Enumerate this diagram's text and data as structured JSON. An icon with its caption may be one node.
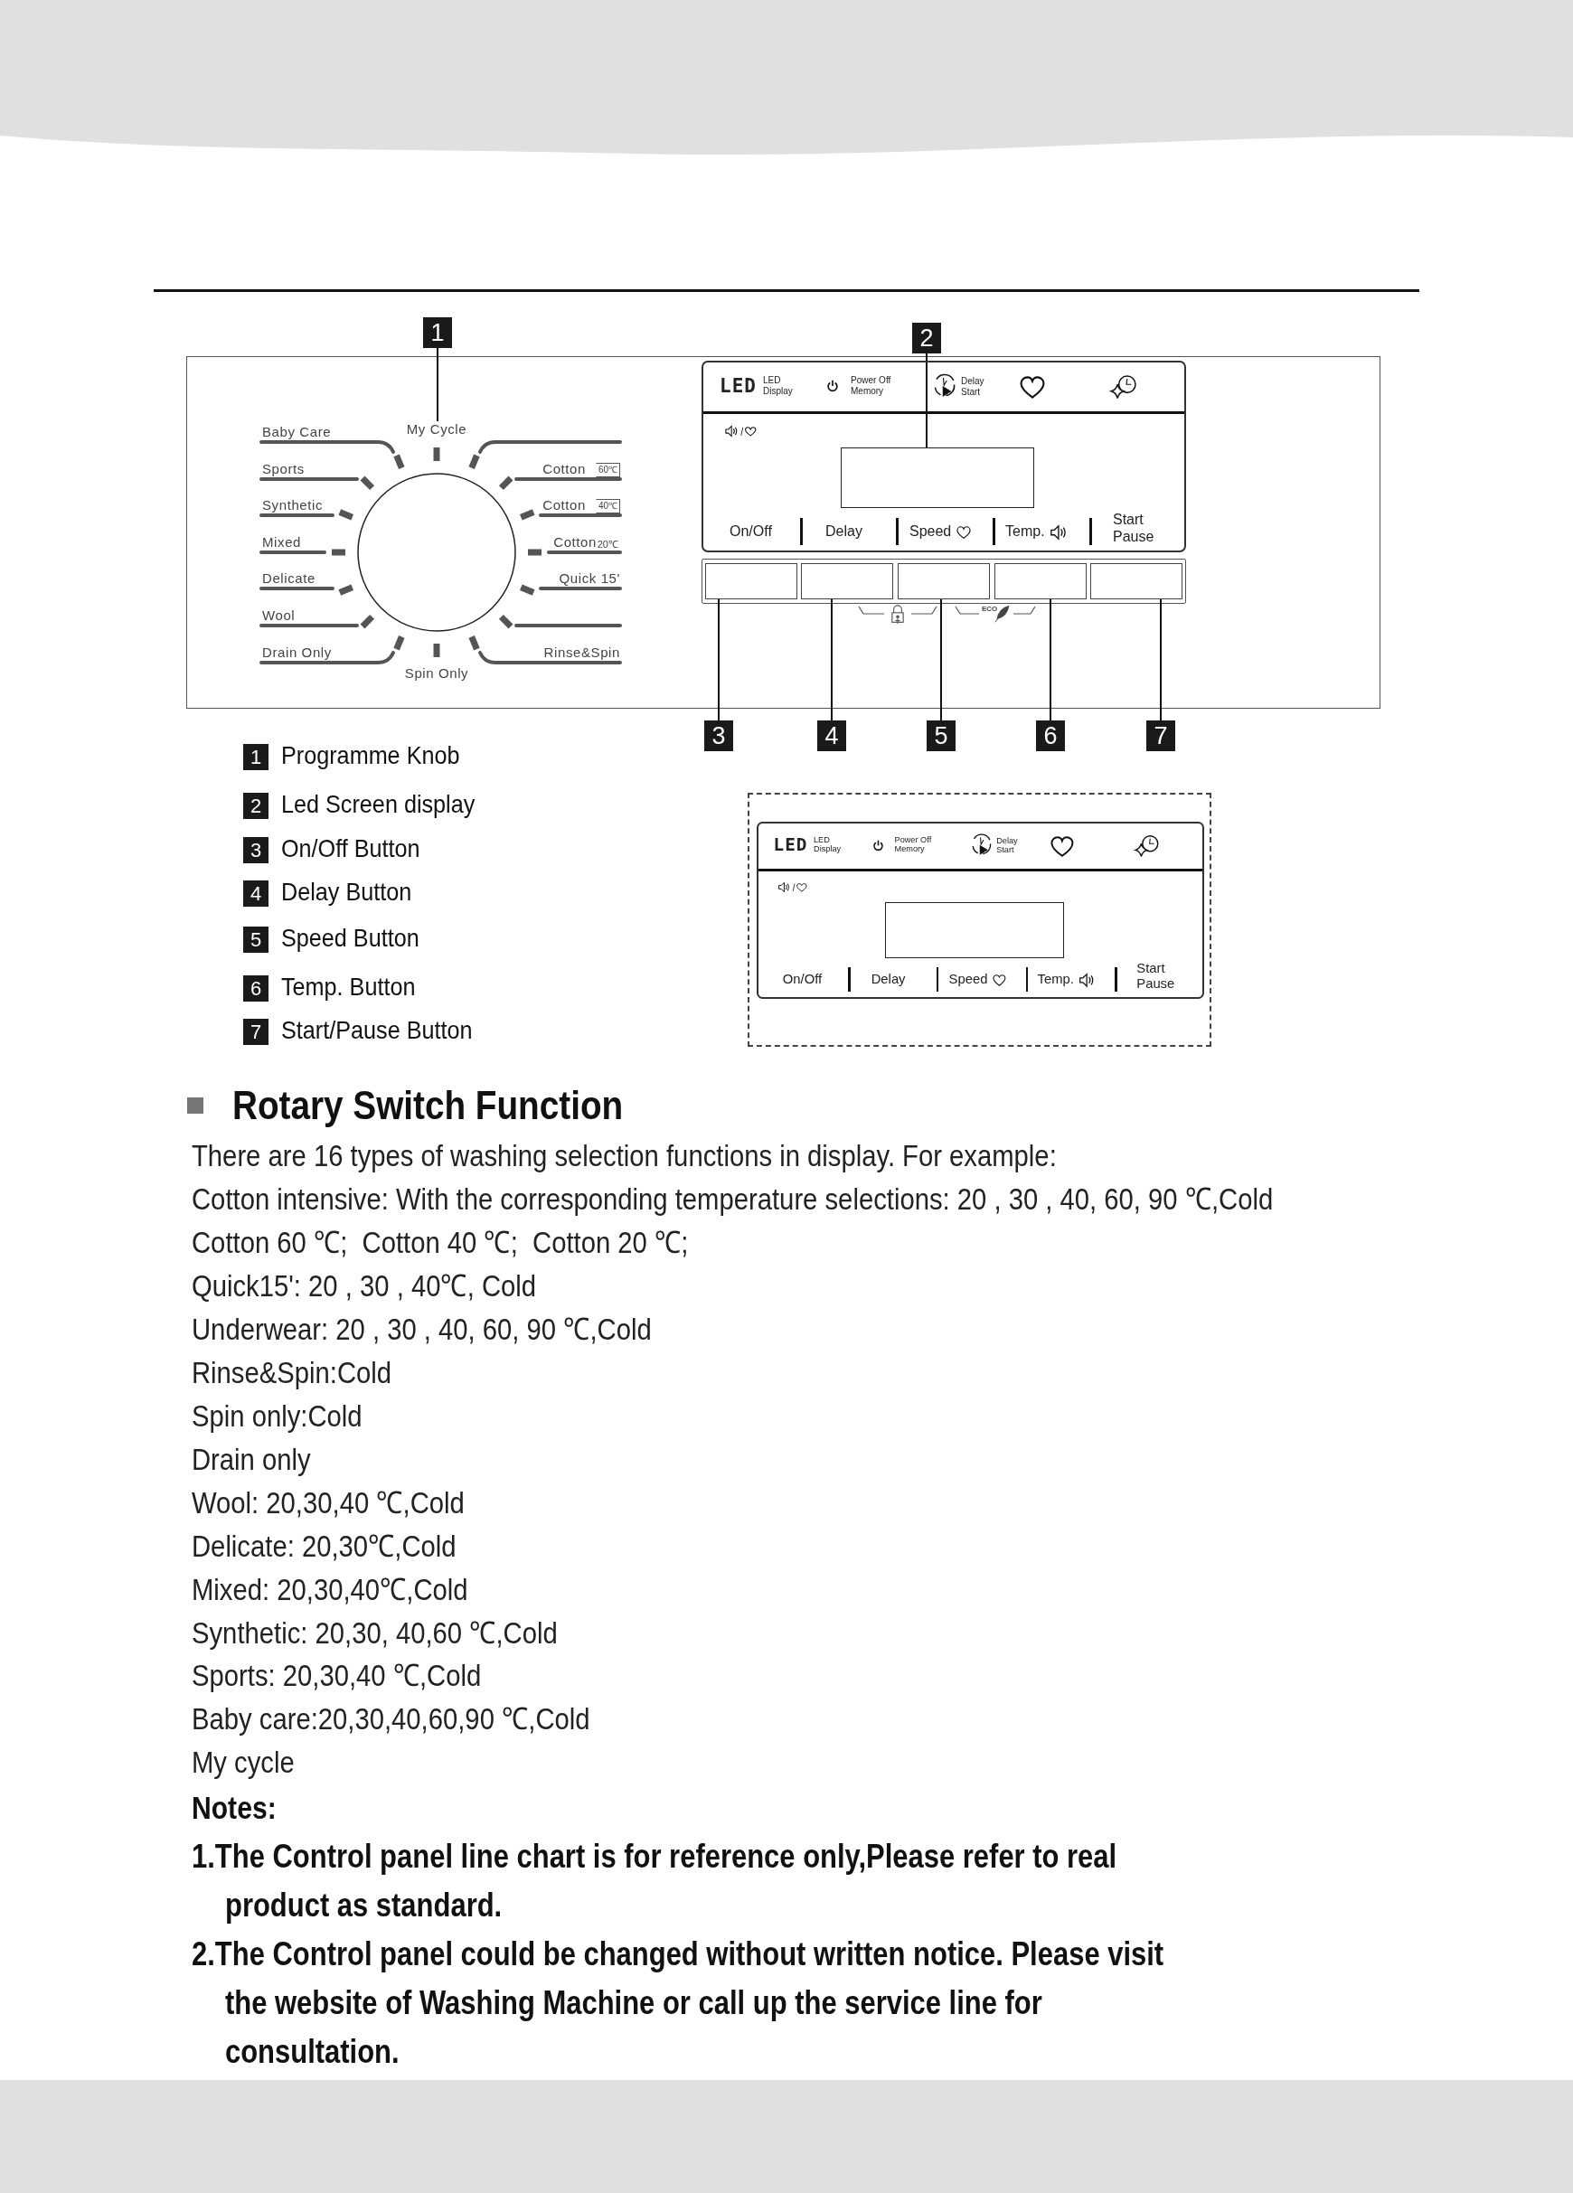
{
  "diagram": {
    "title": "Rotary Switch Function",
    "nodes": [
      {
        "text": [
          "1"
        ]
      },
      {
        "text": [],
        "shape": "circle"
      },
      {
        "text": [
          "2"
        ]
      },
      {
        "text": [
          "LED",
          "LED Display",
          "Power Off Memory",
          "Delay Start",
          "On/Off",
          "Delay",
          "Speed",
          "Temp.",
          "Start Pause"
        ]
      },
      {
        "text": [],
        "shape": "box",
        "in": 3
      },
      {
        "text": [
          "3"
        ]
      },
      {
        "text": [
          "4"
        ]
      },
      {
        "text": [
          "5"
        ]
      },
      {
        "text": [
          "6"
        ]
      },
      {
        "text": [
          "7"
        ]
      },
      {
        "text": [],
        "shape": "box"
      },
      {
        "text": [],
        "shape": "box"
      },
      {
        "text": [],
        "shape": "box"
      },
      {
        "text": [],
        "shape": "box"
      },
      {
        "text": [],
        "shape": "box"
      },
      {
        "text": [
          "LED",
          "LED Display",
          "Power Off Memory",
          "Delay Start",
          "On/Off",
          "Delay",
          "Speed",
          "Temp.",
          "Start Pause"
        ]
      },
      {
        "text": [],
        "shape": "box",
        "in": 15
      }
    ],
    "edges": [
      {
        "from": 0,
        "to": 1,
        "arrow": "none"
      },
      {
        "from": 2,
        "to": 4,
        "arrow": "none"
      },
      {
        "from": 5,
        "to": 10,
        "arrow": "none"
      },
      {
        "from": 6,
        "to": 11,
        "arrow": "none"
      },
      {
        "from": 7,
        "to": 12,
        "arrow": "none"
      },
      {
        "from": 8,
        "to": 13,
        "arrow": "none"
      },
      {
        "from": 9,
        "to": 14,
        "arrow": "none"
      }
    ],
    "labels": [
      "Baby Care",
      "My Cycle",
      "Sports",
      "Cotton",
      "60℃",
      "Synthetic",
      "Cotton",
      "40℃",
      "Mixed",
      "Cotton",
      "20℃",
      "Delicate",
      "Quick 15'",
      "Wool",
      "Drain Only",
      "Rinse&Spin",
      "Spin Only",
      "ECO",
      "1",
      "Programme Knob",
      "2",
      "Led Screen display",
      "3",
      "On/Off Button",
      "4",
      "Delay Button",
      "5",
      "Speed Button",
      "6",
      "Temp. Button",
      "7",
      "Start/Pause Button",
      "There are 16 types of washing selection functions in display. For example:",
      "Cotton intensive: With the corresponding temperature selections: 20 , 30 , 40, 60, 90 ℃,Cold",
      "Cotton 60 ℃;  Cotton 40 ℃;  Cotton 20 ℃;",
      "Quick15': 20 , 30 , 40℃, Cold",
      "Underwear: 20 , 30 , 40, 60, 90 ℃,Cold",
      "Rinse&Spin:Cold",
      "Spin only:Cold",
      "Drain only",
      "Wool: 20,30,40 ℃,Cold",
      "Delicate: 20,30℃,Cold",
      "Mixed: 20,30,40℃,Cold",
      "Synthetic: 20,30, 40,60 ℃,Cold",
      "Sports: 20,30,40 ℃,Cold",
      "Baby care:20,30,40,60,90 ℃,Cold",
      "My cycle",
      "Notes:",
      "1.The Control panel line chart is for reference only,Please refer to real product as standard.",
      "2.The Control panel could be changed without written notice. Please visit the website of Washing Machine or call up the service line for consultation."
    ]
  }
}
